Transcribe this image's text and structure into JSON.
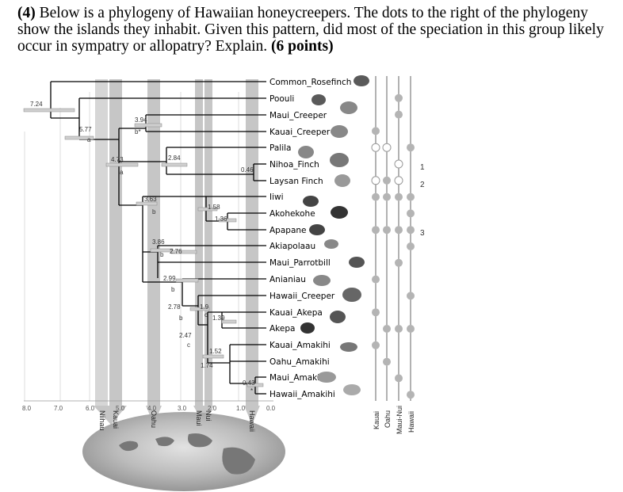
{
  "question": {
    "number": "(4)",
    "text": "Below is a phylogeny of Hawaiian honeycreepers. The dots to the right of the phylogeny show the islands they inhabit. Given this pattern, did most of the speciation in this group likely occur in sympatry or allopatry? Explain.",
    "points": "(6 points)"
  },
  "figure": {
    "species": [
      "Common_Rosefinch",
      "Poouli",
      "Maui_Creeper",
      "Kauai_Creeper",
      "Palila",
      "Nihoa_Finch",
      "Laysan Finch",
      "Iiwi",
      "Akohekohe",
      "Apapane",
      "Akiapolaau",
      "Maui_Parrotbill",
      "Anianiau",
      "Hawaii_Creeper",
      "Kauai_Akepa",
      "Akepa",
      "Kauai_Amakihi",
      "Oahu_Amakihi",
      "Maui_Amakihi",
      "Hawaii_Amakihi"
    ],
    "node_ages": {
      "root": "7.24",
      "n577": "5.77",
      "n394": "3.94",
      "n473": "4.73",
      "n284": "2.84",
      "n046": "0.46",
      "n363": "3.63",
      "n158": "1.58",
      "n136": "1.36",
      "n386": "3.86",
      "n276": "2.76",
      "n299": "2.99",
      "n278": "2.78",
      "n19": "1.9",
      "n139": "1.39",
      "n247": "2.47",
      "n152": "1.52",
      "n174": "1.74",
      "n043": "0.43"
    },
    "node_letters": [
      "a",
      "b*",
      "a",
      "b",
      "b",
      "b",
      "b",
      "c",
      "c",
      "*"
    ],
    "axis_ticks": [
      "8.0",
      "7.0",
      "6.0",
      "5.0",
      "4.0",
      "3.0",
      "2.0",
      "1.0",
      "0.0"
    ],
    "band_labels": [
      "Niihau",
      "Kauai",
      "Oahu",
      "Maui",
      "Nui",
      "Hawaii"
    ],
    "island_columns": [
      "Kauai",
      "Oahu",
      "Maui-Nui",
      "Hawaii"
    ],
    "island_numbers": [
      "1",
      "2",
      "3"
    ],
    "colors": {
      "band": "#bcbcbc",
      "tree": "#000000",
      "dot": "#b4b4b4"
    }
  }
}
